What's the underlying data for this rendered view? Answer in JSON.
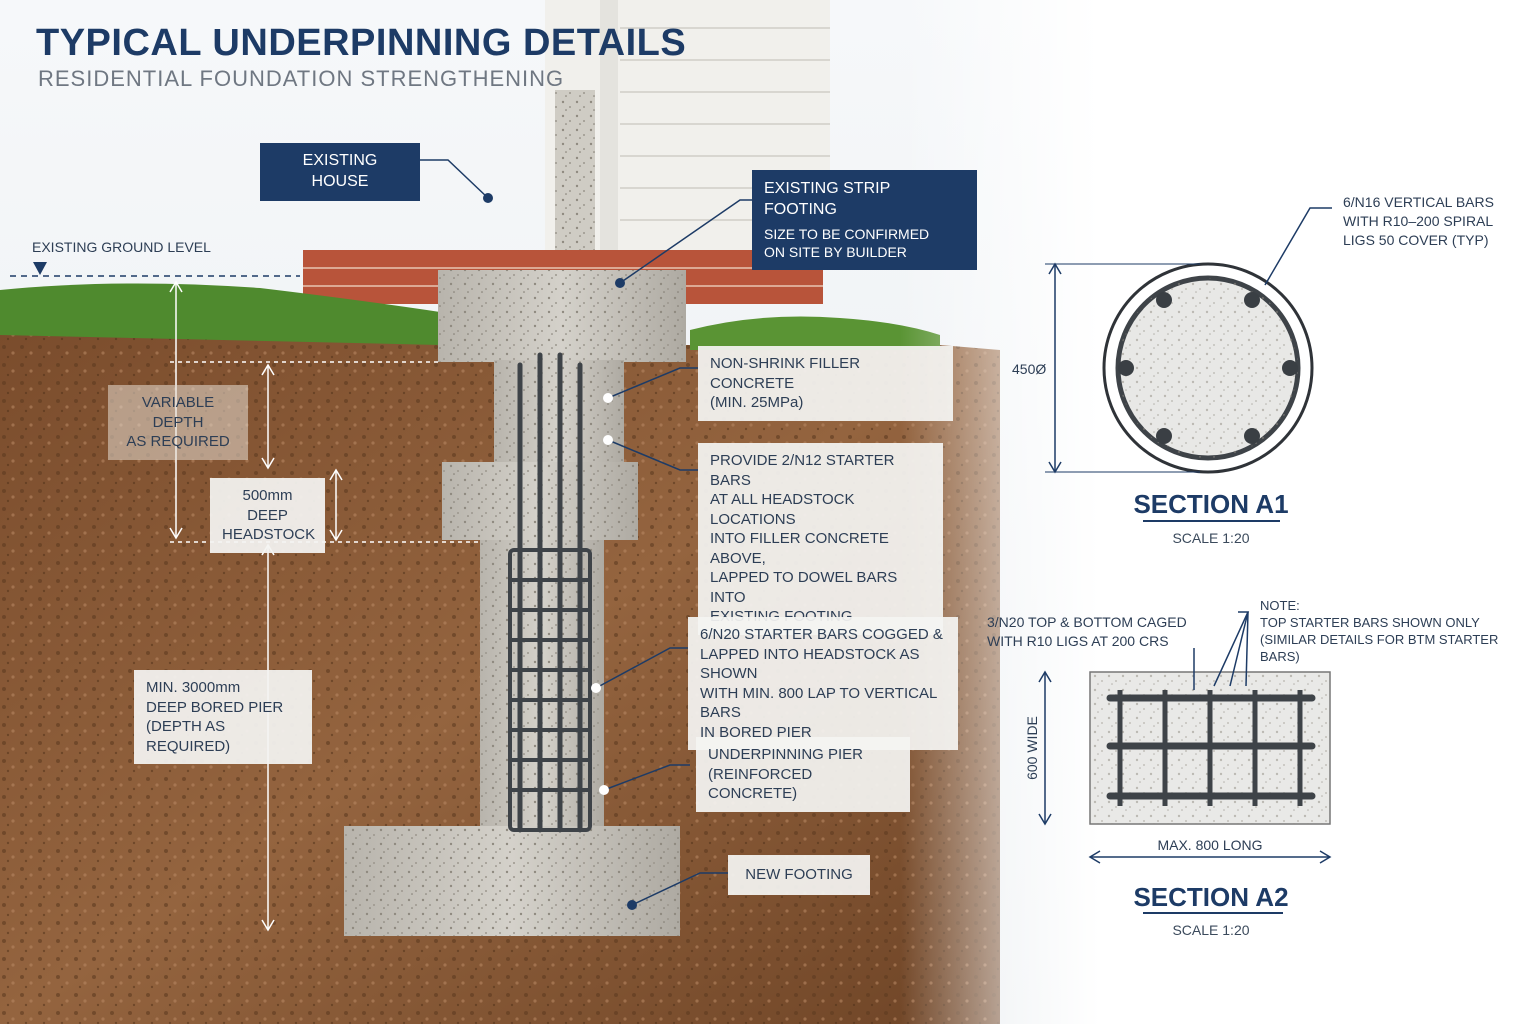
{
  "title": "TYPICAL UNDERPINNING DETAILS",
  "subtitle": "RESIDENTIAL FOUNDATION STRENGTHENING",
  "labels": {
    "existing_house": "EXISTING HOUSE",
    "strip_footing_title": "EXISTING STRIP FOOTING",
    "strip_footing_note_1": "SIZE TO BE CONFIRMED",
    "strip_footing_note_2": "ON SITE BY BUILDER",
    "ground_level": "EXISTING GROUND LEVEL",
    "variable_depth_1": "VARIABLE DEPTH",
    "variable_depth_2": "AS REQUIRED",
    "headstock_1": "500mm DEEP",
    "headstock_2": "HEADSTOCK",
    "bored_pier_1": "MIN. 3000mm",
    "bored_pier_2": "DEEP BORED PIER",
    "bored_pier_3": "(DEPTH AS REQUIRED)",
    "filler_1": "NON-SHRINK FILLER CONCRETE",
    "filler_2": "(MIN. 25MPa)",
    "starter_1": "PROVIDE 2/N12 STARTER BARS",
    "starter_2": "AT ALL HEADSTOCK LOCATIONS",
    "starter_3": "INTO FILLER CONCRETE ABOVE,",
    "starter_4": "LAPPED TO DOWEL BARS INTO",
    "starter_5": "EXISTING FOOTING",
    "cogged_1": "6/N20 STARTER BARS COGGED &",
    "cogged_2": "LAPPED INTO HEADSTOCK AS SHOWN",
    "cogged_3": "WITH MIN. 800 LAP TO VERTICAL BARS",
    "cogged_4": "IN BORED PIER",
    "pier_1": "UNDERPINNING PIER",
    "pier_2": "(REINFORCED CONCRETE)",
    "new_footing": "NEW FOOTING"
  },
  "section_a1": {
    "title": "SECTION A1",
    "scale": "SCALE 1:20",
    "diameter": "450Ø",
    "note_1": "6/N16 VERTICAL BARS",
    "note_2": "WITH R10–200 SPIRAL",
    "note_3": "LIGS 50 COVER (TYP)"
  },
  "section_a2": {
    "title": "SECTION A2",
    "scale": "SCALE 1:20",
    "caged_1": "3/N20 TOP & BOTTOM CAGED",
    "caged_2": "WITH R10 LIGS AT 200 CRS",
    "note_head": "NOTE:",
    "note_1": "TOP STARTER BARS SHOWN ONLY",
    "note_2": "(SIMILAR DETAILS FOR BTM STARTER BARS)",
    "width": "600 WIDE",
    "length": "MAX. 800 LONG"
  },
  "colors": {
    "navy": "#1d3b66",
    "soil": "#8a5a36",
    "concrete": "#c9c6bf",
    "brick": "#b8543a",
    "grass": "#4f8a2e",
    "siding": "#f1f0ec"
  }
}
